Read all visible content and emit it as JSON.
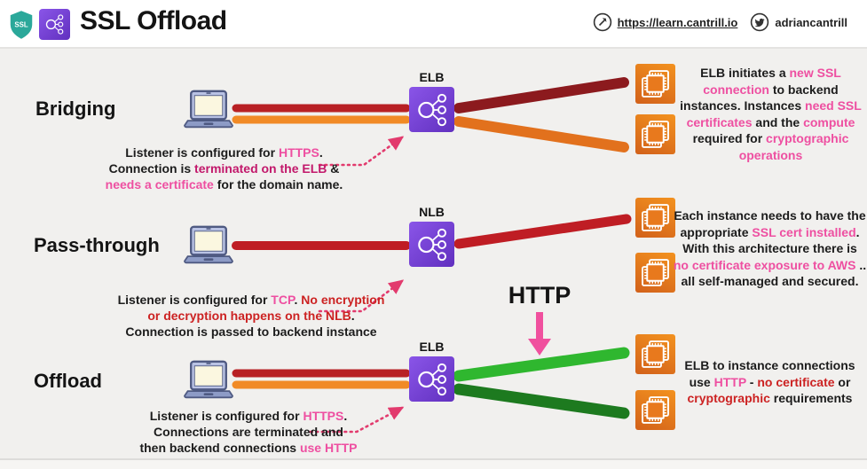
{
  "header": {
    "title": "SSL Offload",
    "shield_label": "SSL",
    "link_label": "https://learn.cantrill.io",
    "twitter_handle": "adriancantrill"
  },
  "colors": {
    "ink": "#1c1c1c",
    "pink": "#ee4fa1",
    "magenta": "#c2186b",
    "red": "#cc2222"
  },
  "http_arrow_label": "HTTP",
  "sections": {
    "bridging": {
      "label": "Bridging",
      "lb_label": "ELB",
      "caption": [
        {
          "t": "Listener is configured for ",
          "c": "ink"
        },
        {
          "t": "HTTPS",
          "c": "pink"
        },
        {
          "t": ".\nConnection is ",
          "c": "ink"
        },
        {
          "t": "terminated on the ELB",
          "c": "magenta"
        },
        {
          "t": " &\n",
          "c": "ink"
        },
        {
          "t": "needs a certificate",
          "c": "pink"
        },
        {
          "t": " for the domain name.",
          "c": "ink"
        }
      ],
      "note": [
        {
          "t": "ELB initiates a ",
          "c": "ink"
        },
        {
          "t": "new SSL\nconnection",
          "c": "pink"
        },
        {
          "t": " to backend\ninstances. Instances ",
          "c": "ink"
        },
        {
          "t": "need SSL\ncertificates",
          "c": "pink"
        },
        {
          "t": " and the ",
          "c": "ink"
        },
        {
          "t": "compute",
          "c": "pink"
        },
        {
          "t": "\nrequired for ",
          "c": "ink"
        },
        {
          "t": "cryptographic\noperations",
          "c": "pink"
        }
      ]
    },
    "passthrough": {
      "label": "Pass-through",
      "lb_label": "NLB",
      "caption": [
        {
          "t": "Listener is configured for ",
          "c": "ink"
        },
        {
          "t": "TCP",
          "c": "pink"
        },
        {
          "t": ". ",
          "c": "ink"
        },
        {
          "t": "No encryption\nor decryption happens on the NLB",
          "c": "red"
        },
        {
          "t": ".\nConnection is passed to backend instance",
          "c": "ink"
        }
      ],
      "note": [
        {
          "t": "Each instance needs to have the\nappropriate ",
          "c": "ink"
        },
        {
          "t": "SSL cert installed",
          "c": "pink"
        },
        {
          "t": ".\nWith this architecture there is\n",
          "c": "ink"
        },
        {
          "t": "no certificate exposure to AWS",
          "c": "pink"
        },
        {
          "t": " ..\nall self-managed and secured.",
          "c": "ink"
        }
      ]
    },
    "offload": {
      "label": "Offload",
      "lb_label": "ELB",
      "caption": [
        {
          "t": "Listener is configured for ",
          "c": "ink"
        },
        {
          "t": "HTTPS",
          "c": "pink"
        },
        {
          "t": ".\nConnections are terminated and\nthen backend connections ",
          "c": "ink"
        },
        {
          "t": "use HTTP",
          "c": "pink"
        }
      ],
      "note": [
        {
          "t": "ELB to instance connections\nuse ",
          "c": "ink"
        },
        {
          "t": "HTTP",
          "c": "pink"
        },
        {
          "t": " - ",
          "c": "ink"
        },
        {
          "t": "no certificate",
          "c": "red"
        },
        {
          "t": " or\n",
          "c": "ink"
        },
        {
          "t": "cryptographic",
          "c": "red"
        },
        {
          "t": " requirements",
          "c": "ink"
        }
      ]
    }
  }
}
